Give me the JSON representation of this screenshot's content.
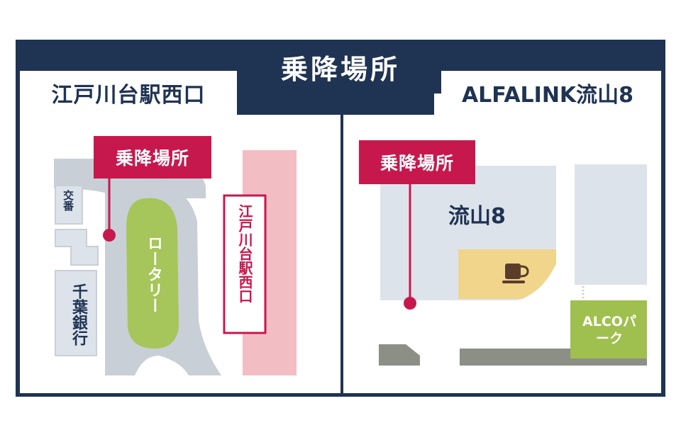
{
  "header": {
    "title": "乗降場所"
  },
  "left": {
    "tab_label": "江戸川台駅西口",
    "pin_label": "乗降場所",
    "koban": "交番",
    "rotary": "ロータリー",
    "bank": "千葉銀行",
    "station_label": "江戸川台駅西口"
  },
  "right": {
    "tab_label": "ALFALINK流山8",
    "pin_label": "乗降場所",
    "building": "流山8",
    "park": "ALCOパーク",
    "cafe_icon": "coffee-cup-icon"
  },
  "colors": {
    "navy": "#1f3353",
    "crimson": "#c7184d",
    "road": "#c9cfd6",
    "rotary": "#a6c55a",
    "station_band": "#f3bdc4",
    "building": "#dde3ea",
    "cafe": "#f0d58b",
    "park": "#9fc04e",
    "path": "#8c8f85"
  }
}
